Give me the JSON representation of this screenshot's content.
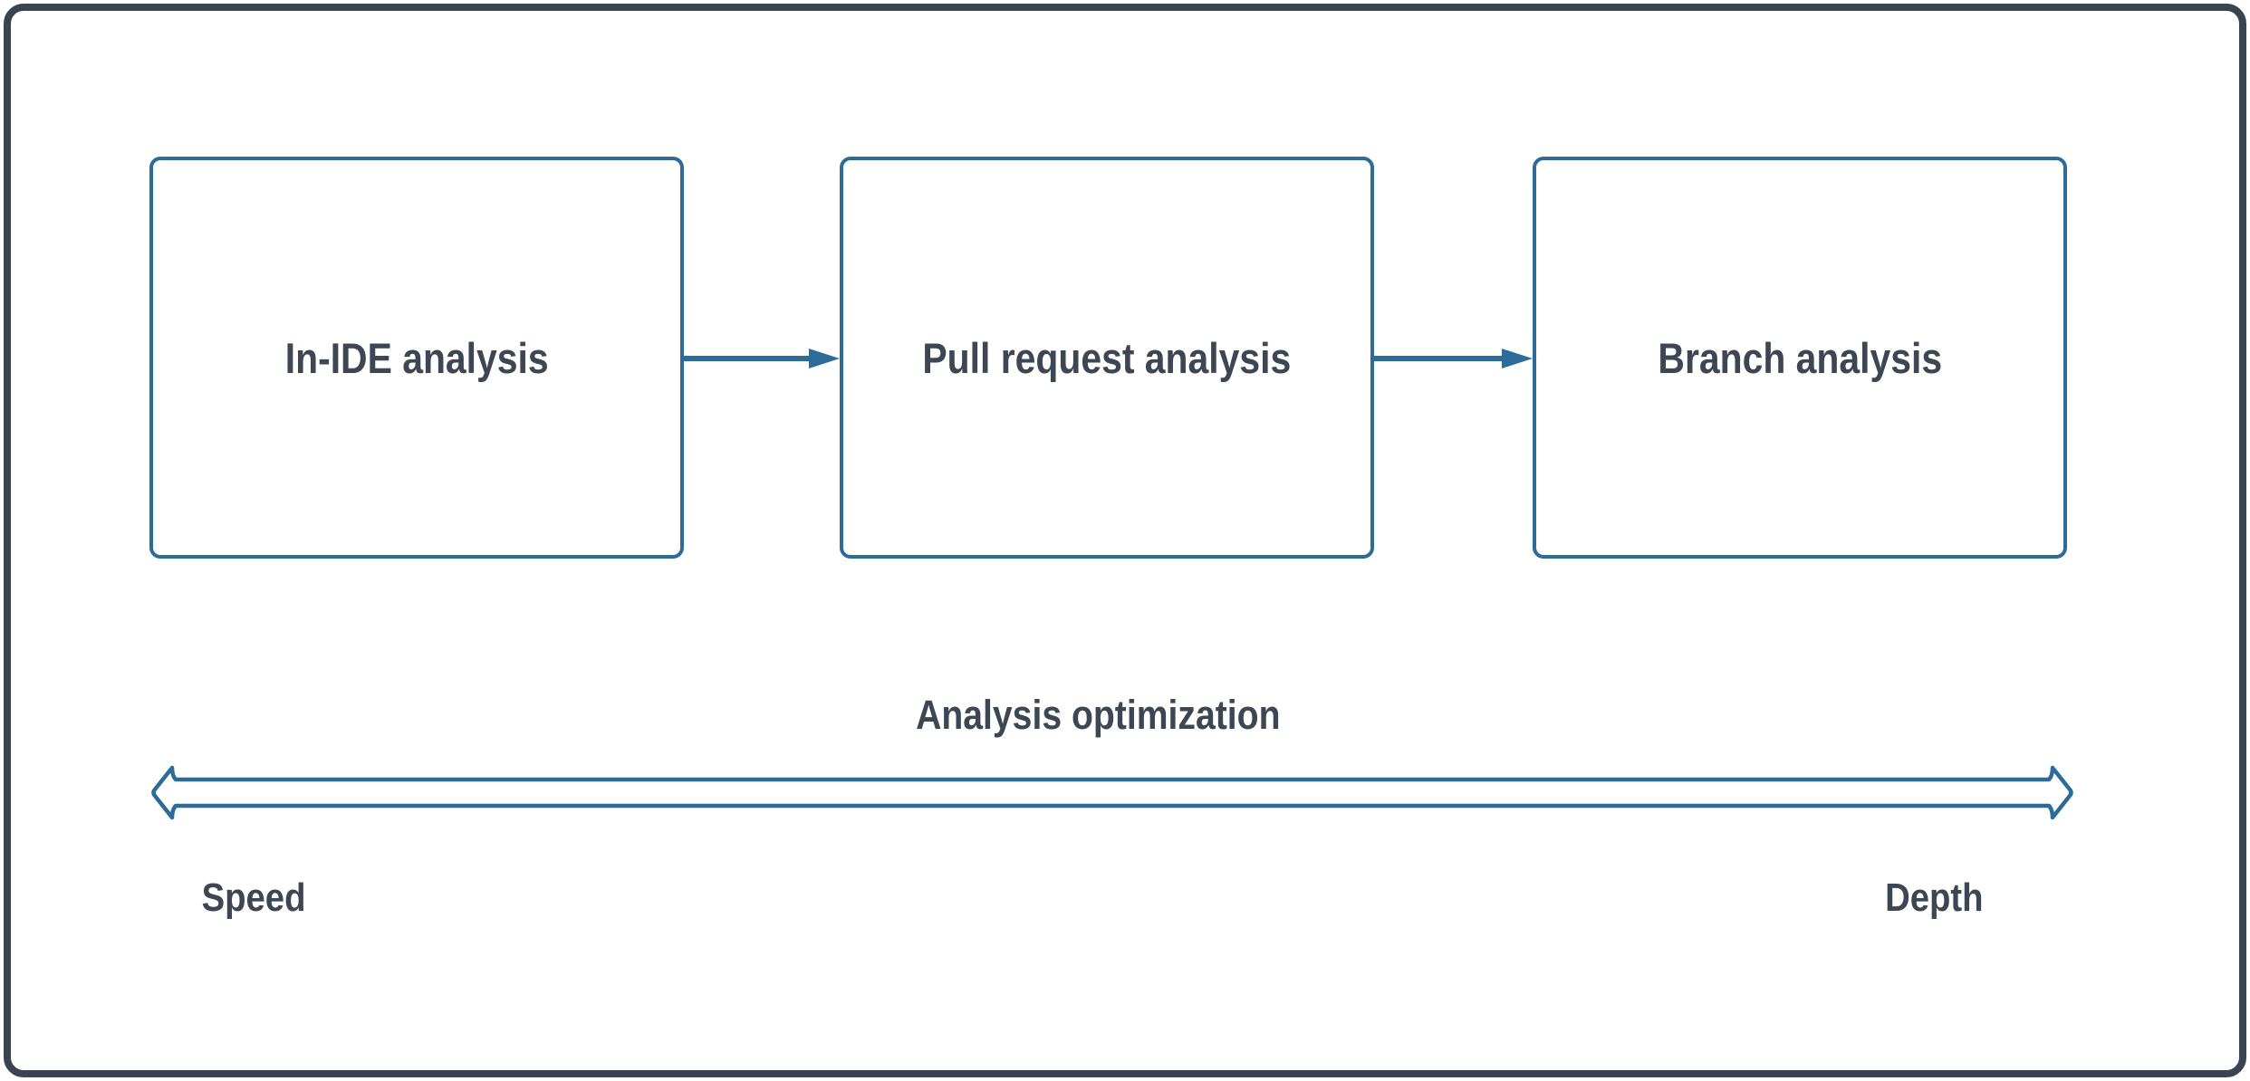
{
  "diagram": {
    "flow": {
      "boxes": [
        {
          "label": "In-IDE analysis"
        },
        {
          "label": "Pull request analysis"
        },
        {
          "label": "Branch analysis"
        }
      ],
      "connector_icon": "right-arrow-icon"
    },
    "axis": {
      "title": "Analysis optimization",
      "left_label": "Speed",
      "right_label": "Depth",
      "arrow_icon": "double-headed-arrow-icon"
    },
    "colors": {
      "accent_blue": "#2d6b98",
      "text_dark": "#3d4653",
      "frame_border": "#3a4350",
      "background": "#ffffff"
    }
  }
}
